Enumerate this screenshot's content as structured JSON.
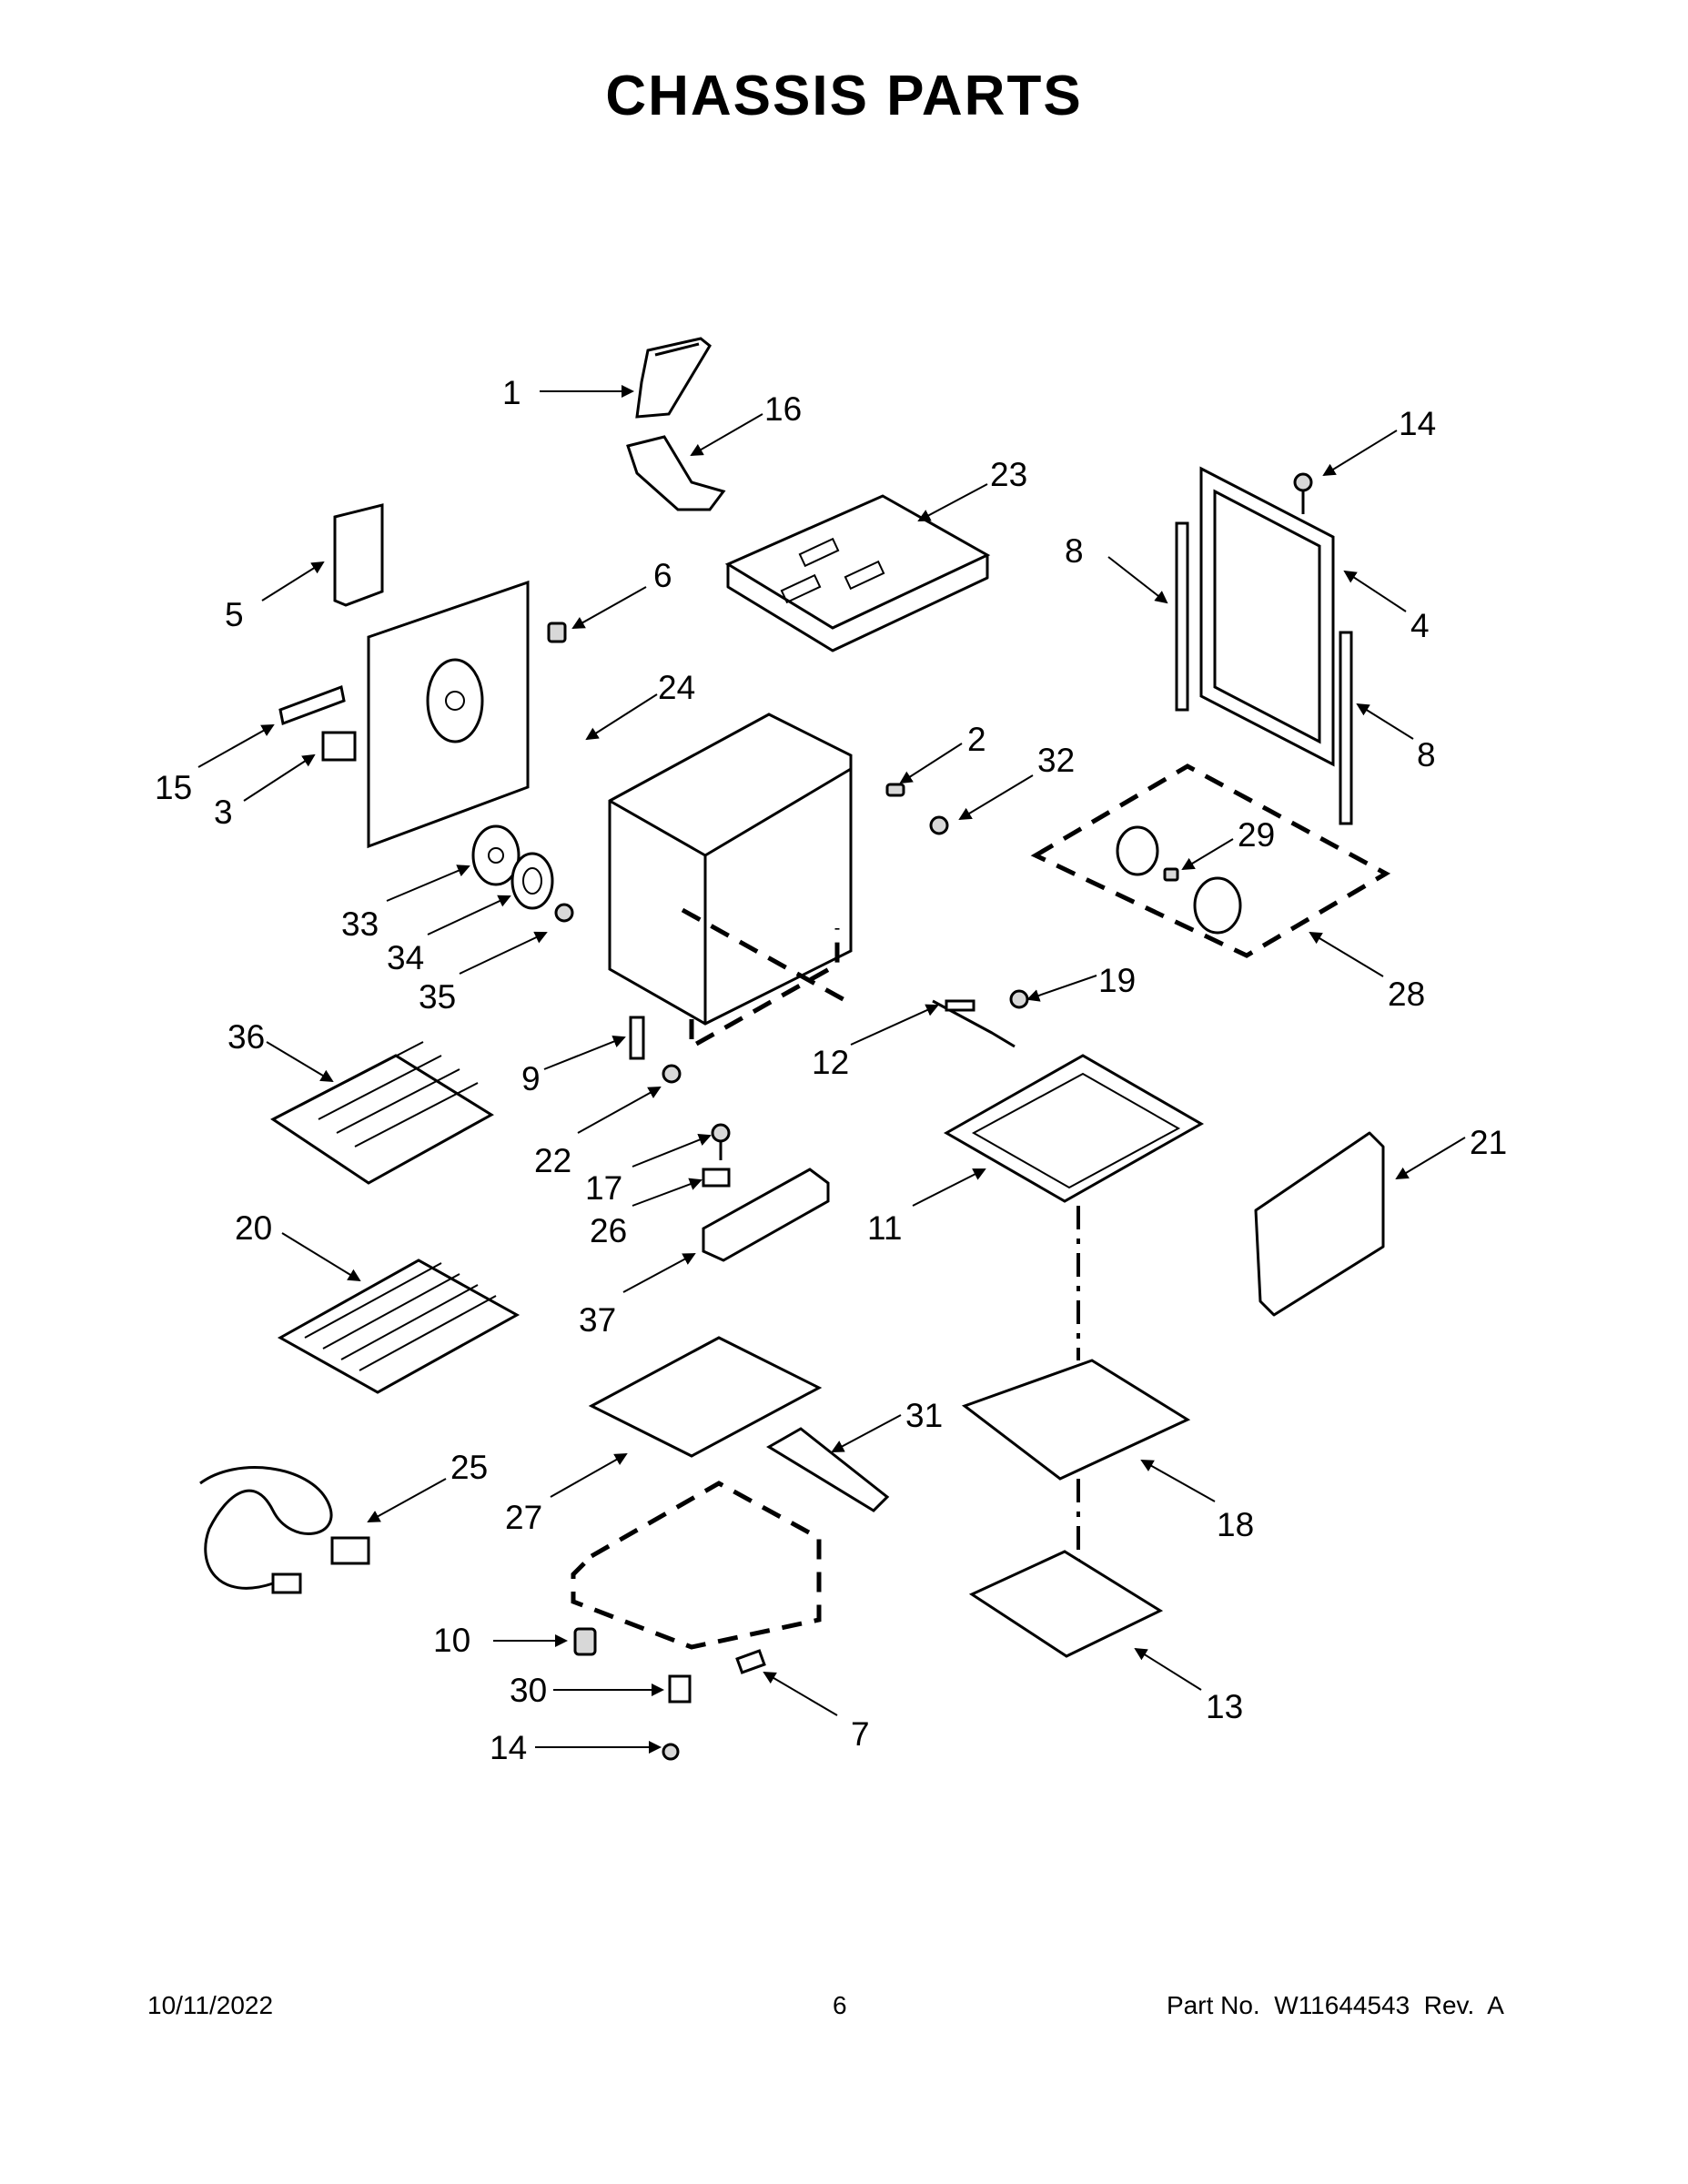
{
  "title": "CHASSIS PARTS",
  "footer": {
    "date": "10/11/2022",
    "page": "6",
    "part_number": "Part No.  W11644543  Rev.  A"
  },
  "callouts": [
    "1",
    "16",
    "23",
    "14",
    "8",
    "4",
    "8",
    "5",
    "6",
    "24",
    "15",
    "3",
    "2",
    "32",
    "29",
    "33",
    "34",
    "35",
    "28",
    "36",
    "19",
    "9",
    "22",
    "12",
    "17",
    "21",
    "26",
    "11",
    "20",
    "37",
    "31",
    "25",
    "27",
    "18",
    "10",
    "30",
    "14",
    "7",
    "13"
  ]
}
